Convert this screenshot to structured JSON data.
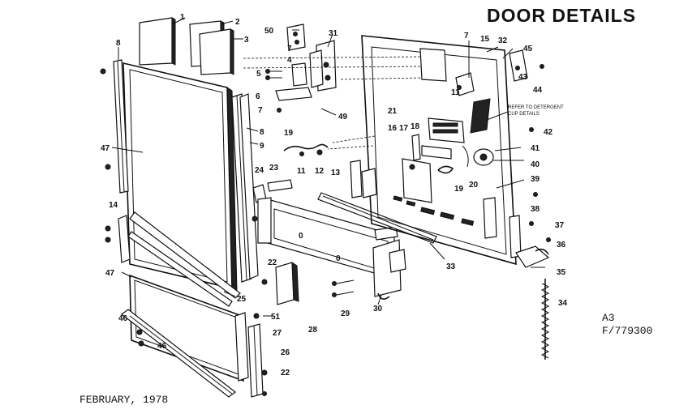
{
  "title": "DOOR DETAILS",
  "date": "FEBRUARY, 1978",
  "page_code": "A3",
  "figure_code": "F/779300",
  "detergent_note_line1": "REFER TO DETERGENT",
  "detergent_note_line2": "CUP DETAILS",
  "callouts": {
    "c1": "1",
    "c2": "2",
    "c3": "3",
    "c50": "50",
    "c31": "31",
    "c7a": "7",
    "c15": "15",
    "c32": "32",
    "c45": "45",
    "c8a": "8",
    "c4": "4",
    "c5": "5",
    "c6": "6",
    "c7b": "7",
    "c49": "49",
    "c11a": "11",
    "c43": "43",
    "c44": "44",
    "c47a": "47",
    "c8b": "8",
    "c9": "9",
    "c19a": "19",
    "c11b": "11",
    "c12": "12",
    "c21": "21",
    "c16": "16",
    "c17": "17",
    "c18": "18",
    "c42": "42",
    "c41": "41",
    "c40": "40",
    "c13": "13",
    "c24": "24",
    "c23": "23",
    "c39": "39",
    "c20": "20",
    "c19b": "19",
    "c14": "14",
    "c38": "38",
    "c37": "37",
    "c36": "36",
    "c33": "33",
    "c22a": "22",
    "c35": "35",
    "c47b": "47",
    "c25": "25",
    "c34": "34",
    "c28": "28",
    "c29": "29",
    "c30": "30",
    "c51": "51",
    "c46a": "46",
    "c27": "27",
    "c46b": "46",
    "c26": "26",
    "c22b": "22"
  }
}
